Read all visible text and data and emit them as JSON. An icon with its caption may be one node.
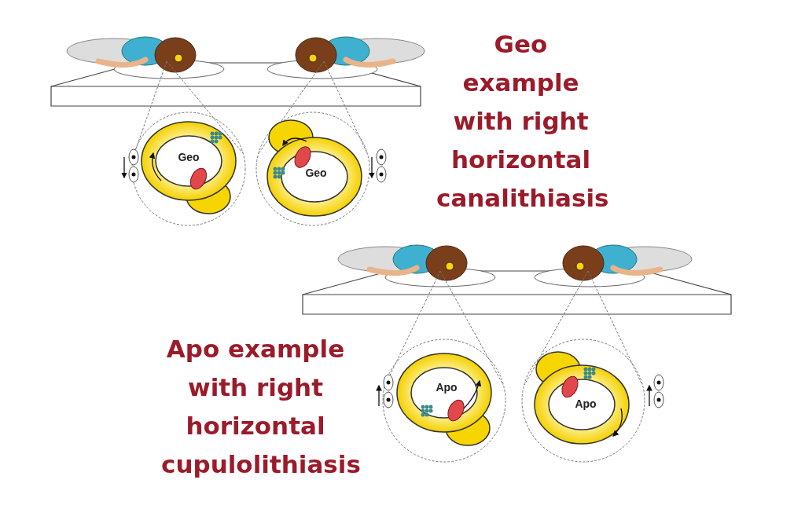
{
  "diagram": {
    "labels": [
      "Geo example with right horizontal canalithiasis",
      "Geo",
      "Geo",
      "Apo example with right horizontal cupulolithiasis",
      "Apo",
      "Apo"
    ]
  }
}
